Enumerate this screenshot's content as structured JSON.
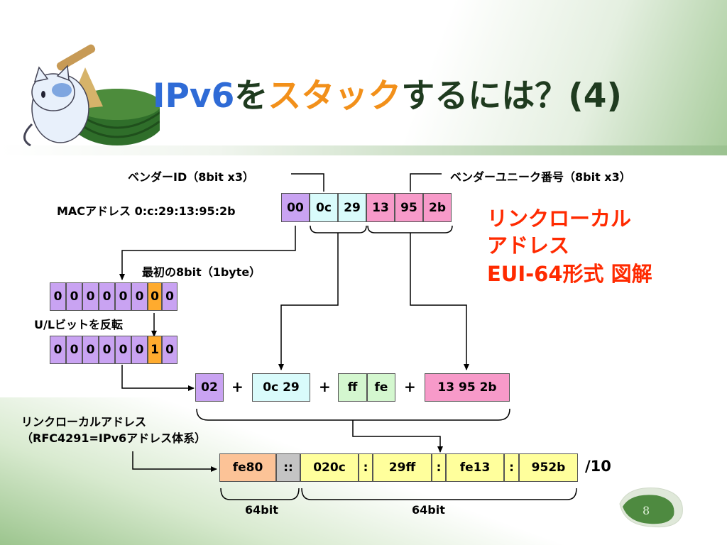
{
  "title": {
    "part1": "IPv6",
    "part2": "を",
    "part3": "スタック",
    "part4": "するには？(4)"
  },
  "labels": {
    "vendor_id": "ベンダーID（8bit x3）",
    "vendor_unique": "ベンダーユニーク番号（8bit x3）",
    "mac": "MACアドレス 0:c:29:13:95:2b",
    "first8": "最初の8bit（1byte）",
    "ul_flip": "U/Lビットを反転",
    "lla_1": "リンクローカルアドレス",
    "lla_2": "（RFC4291=IPv6アドレス体系）",
    "bits_left": "64bit",
    "bits_right": "64bit",
    "prefix": "/10"
  },
  "red_text": [
    "リンクローカル",
    "アドレス",
    "EUI-64形式 図解"
  ],
  "mac_bytes": [
    "00",
    "0c",
    "29",
    "13",
    "95",
    "2b"
  ],
  "bits_original": [
    "0",
    "0",
    "0",
    "0",
    "0",
    "0",
    "0",
    "0"
  ],
  "bits_flipped": [
    "0",
    "0",
    "0",
    "0",
    "0",
    "0",
    "1",
    "0"
  ],
  "eui": {
    "b1": "02",
    "b2": "0c 29",
    "b3": "ff",
    "b4": "fe",
    "b5": "13 95 2b",
    "plus": "+"
  },
  "address": [
    "fe80",
    "::",
    "020c",
    ":",
    "29ff",
    ":",
    "fe13",
    ":",
    "952b"
  ],
  "page_number": "8"
}
